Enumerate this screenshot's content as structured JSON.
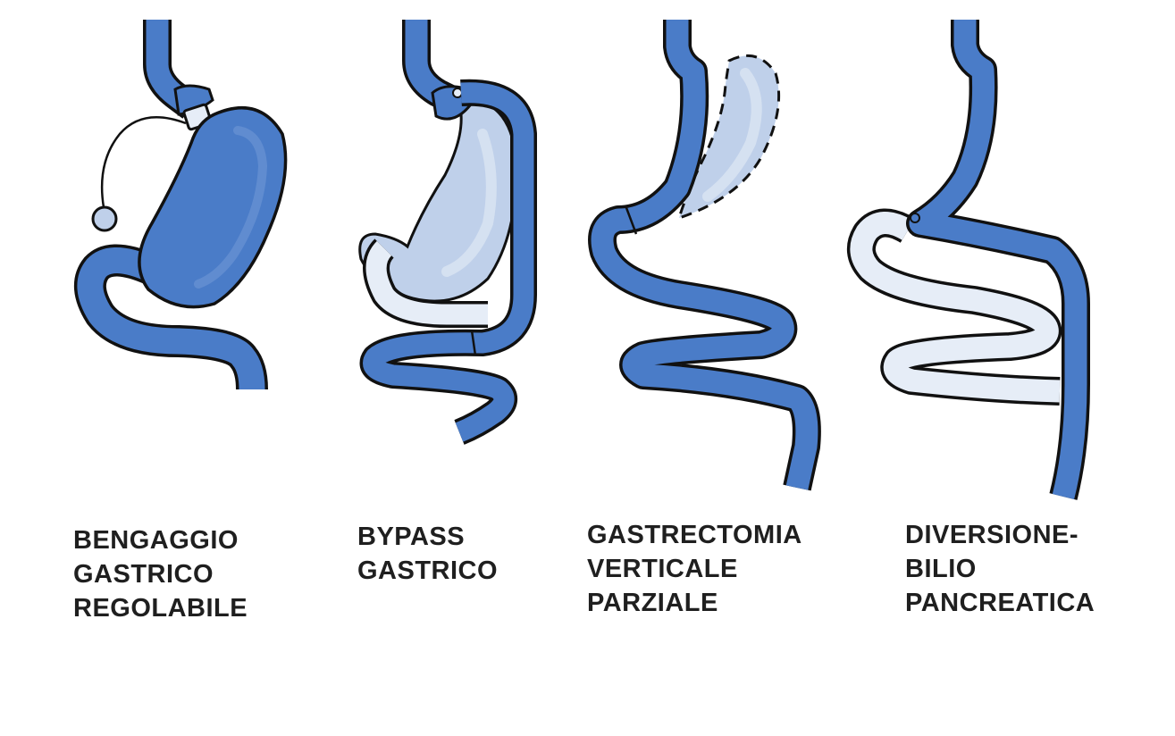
{
  "colors": {
    "organ_dark": "#4a7cc8",
    "organ_light": "#bfd0ea",
    "organ_pale": "#e6edf7",
    "outline": "#111111",
    "label": "#1f1f1f"
  },
  "procedures": [
    {
      "label_lines": [
        "BENGAGGIO",
        "GASTRICO",
        "REGOLABILE"
      ]
    },
    {
      "label_lines": [
        "BYPASS",
        "GASTRICO"
      ]
    },
    {
      "label_lines": [
        "GASTRECTOMIA",
        "VERTICALE",
        "PARZIALE"
      ]
    },
    {
      "label_lines": [
        "DIVERSIONE-",
        "BILIO",
        "PANCREATICA"
      ]
    }
  ]
}
